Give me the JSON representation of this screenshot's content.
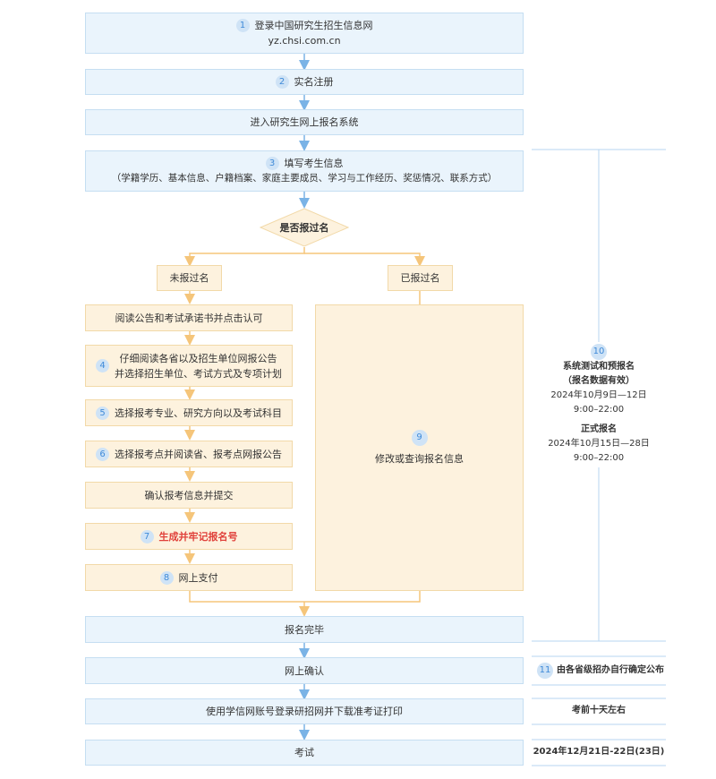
{
  "steps": {
    "login": {
      "num": "1",
      "line1": "登录中国研究生招生信息网",
      "line2": "yz.chsi.com.cn"
    },
    "register": {
      "num": "2",
      "label": "实名注册"
    },
    "enter": {
      "label": "进入研究生网上报名系统"
    },
    "fill": {
      "num": "3",
      "line1": "填写考生信息",
      "line2": "（学籍学历、基本信息、户籍档案、家庭主要成员、学习与工作经历、奖惩情况、联系方式）"
    },
    "decision": {
      "label": "是否报过名"
    },
    "not_applied": {
      "label": "未报过名"
    },
    "applied": {
      "label": "已报过名"
    },
    "read_notice": {
      "label": "阅读公告和考试承诺书并点击认可"
    },
    "read_province": {
      "num": "4",
      "line1": "仔细阅读各省以及招生单位网报公告",
      "line2": "并选择招生单位、考试方式及专项计划"
    },
    "choose_major": {
      "num": "5",
      "label": "选择报考专业、研究方向以及考试科目"
    },
    "choose_site": {
      "num": "6",
      "label": "选择报考点并阅读省、报考点网报公告"
    },
    "confirm_submit": {
      "label": "确认报考信息并提交"
    },
    "generate_number": {
      "num": "7",
      "label": "生成并牢记报名号"
    },
    "pay": {
      "num": "8",
      "label": "网上支付"
    },
    "modify": {
      "num": "9",
      "label": "修改或查询报名信息"
    },
    "done": {
      "label": "报名完毕"
    },
    "online_confirm": {
      "label": "网上确认"
    },
    "print_ticket": {
      "label": "使用学信网账号登录研招网并下载准考证打印"
    },
    "exam": {
      "label": "考试"
    }
  },
  "side": {
    "num": "10",
    "test_title": "系统测试和预报名",
    "test_note": "（报名数据有效）",
    "test_date": "2024年10月9日—12日",
    "test_time": "9:00–22:00",
    "formal_title": "正式报名",
    "formal_date": "2024年10月15日—28日",
    "formal_time": "9:00–22:00",
    "confirm_num": "11",
    "confirm_note": "由各省级招办自行确定公布",
    "print_note": "考前十天左右",
    "exam_date": "2024年12月21日-22日(23日)"
  },
  "colors": {
    "blue_bg": "#eaf4fc",
    "blue_border": "#c5def2",
    "orange_bg": "#fdf2de",
    "orange_border": "#f2d9a8",
    "arrow_blue": "#7ab3e6",
    "arrow_orange": "#f5c57a",
    "highlight": "#e0403a"
  }
}
